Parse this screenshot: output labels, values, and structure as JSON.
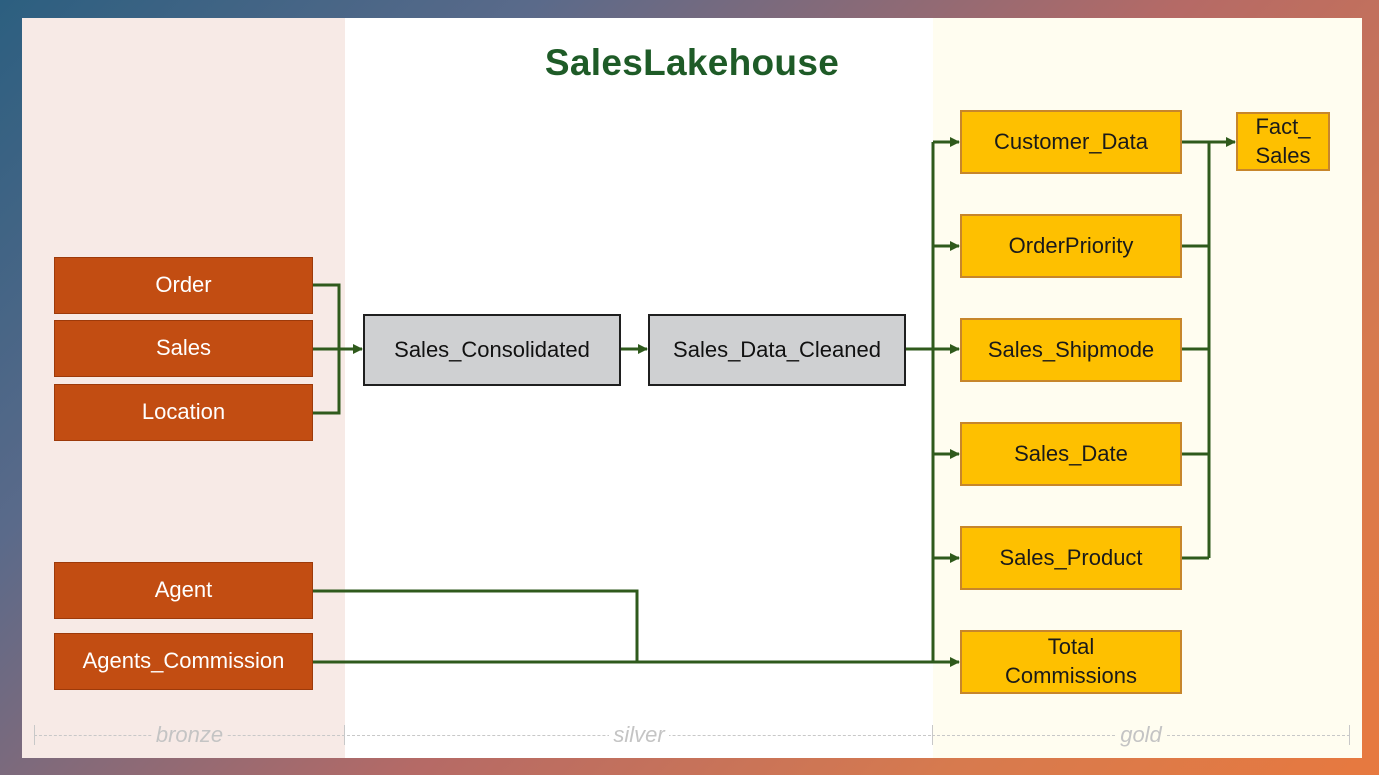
{
  "title": "SalesLakehouse",
  "colors": {
    "bronze_fill": "#c24d12",
    "silver_fill": "#cfd0d2",
    "gold_fill": "#fec000",
    "edge": "#2f5a1c",
    "title": "#1e5b27"
  },
  "zones": {
    "bronze": "bronze",
    "silver": "silver",
    "gold": "gold"
  },
  "bronze_nodes": {
    "order": "Order",
    "sales": "Sales",
    "location": "Location",
    "agent": "Agent",
    "agents_commission": "Agents_Commission"
  },
  "silver_nodes": {
    "sales_consolidated": "Sales_Consolidated",
    "sales_data_cleaned": "Sales_Data_Cleaned"
  },
  "gold_nodes": {
    "customer_data": "Customer_Data",
    "order_priority": "OrderPriority",
    "sales_shipmode": "Sales_Shipmode",
    "sales_date": "Sales_Date",
    "sales_product": "Sales_Product",
    "total_commissions": "Total Commissions",
    "fact_sales": "Fact_ Sales"
  }
}
